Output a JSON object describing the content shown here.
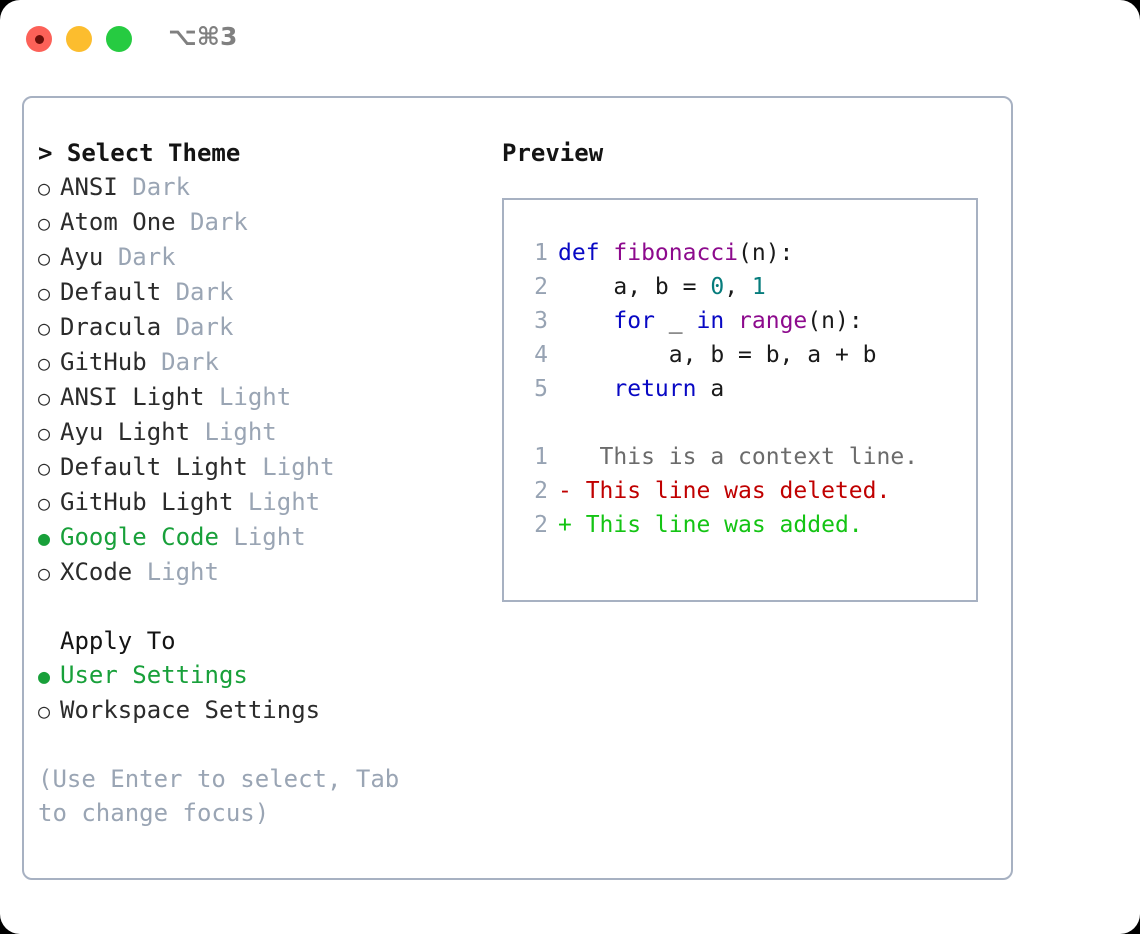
{
  "window": {
    "traffic_lights": [
      "close",
      "minimize",
      "maximize"
    ],
    "shortcut": "⌥⌘3"
  },
  "theme_list": {
    "header": "> Select Theme",
    "bullet_selected": "●",
    "bullet_unselected": "○",
    "items": [
      {
        "name": "ANSI",
        "tag": "Dark",
        "selected": false
      },
      {
        "name": "Atom One",
        "tag": "Dark",
        "selected": false
      },
      {
        "name": "Ayu",
        "tag": "Dark",
        "selected": false
      },
      {
        "name": "Default",
        "tag": "Dark",
        "selected": false
      },
      {
        "name": "Dracula",
        "tag": "Dark",
        "selected": false
      },
      {
        "name": "GitHub",
        "tag": "Dark",
        "selected": false
      },
      {
        "name": "ANSI Light",
        "tag": "Light",
        "selected": false
      },
      {
        "name": "Ayu Light",
        "tag": "Light",
        "selected": false
      },
      {
        "name": "Default Light",
        "tag": "Light",
        "selected": false
      },
      {
        "name": "GitHub Light",
        "tag": "Light",
        "selected": false
      },
      {
        "name": "Google Code",
        "tag": "Light",
        "selected": true
      },
      {
        "name": "XCode",
        "tag": "Light",
        "selected": false
      }
    ]
  },
  "apply_to": {
    "header": "Apply To",
    "items": [
      {
        "name": "User Settings",
        "selected": true
      },
      {
        "name": "Workspace Settings",
        "selected": false
      }
    ]
  },
  "hint": "(Use Enter to select, Tab to change focus)",
  "preview": {
    "title": "Preview",
    "code_lines": [
      {
        "no": "1",
        "tokens": [
          {
            "t": "def ",
            "c": "kw"
          },
          {
            "t": "fibonacci",
            "c": "fn"
          },
          {
            "t": "(n):",
            "c": "pl"
          }
        ]
      },
      {
        "no": "2",
        "tokens": [
          {
            "t": "    a, b = ",
            "c": "pl"
          },
          {
            "t": "0",
            "c": "num"
          },
          {
            "t": ", ",
            "c": "pl"
          },
          {
            "t": "1",
            "c": "num"
          }
        ]
      },
      {
        "no": "3",
        "tokens": [
          {
            "t": "    ",
            "c": "pl"
          },
          {
            "t": "for",
            "c": "kw"
          },
          {
            "t": " _ ",
            "c": "pl"
          },
          {
            "t": "in",
            "c": "kw"
          },
          {
            "t": " ",
            "c": "pl"
          },
          {
            "t": "range",
            "c": "fn"
          },
          {
            "t": "(n):",
            "c": "pl"
          }
        ]
      },
      {
        "no": "4",
        "tokens": [
          {
            "t": "        a, b = b, a + b",
            "c": "pl"
          }
        ]
      },
      {
        "no": "5",
        "tokens": [
          {
            "t": "    ",
            "c": "pl"
          },
          {
            "t": "return",
            "c": "kw"
          },
          {
            "t": " a",
            "c": "pl"
          }
        ]
      }
    ],
    "diff_lines": [
      {
        "no": "1",
        "marker": " ",
        "text": "  This is a context line.",
        "kind": "ctx"
      },
      {
        "no": "2",
        "marker": "-",
        "text": " This line was deleted.",
        "kind": "del"
      },
      {
        "no": "2",
        "marker": "+",
        "text": " This line was added.",
        "kind": "add"
      }
    ]
  },
  "colors": {
    "accent_green": "#18a03a",
    "muted": "#9aa5b4",
    "border": "#a7b1c2",
    "keyword": "#0808c4",
    "function": "#8d0a8d",
    "number": "#067c7c",
    "diff_context": "#6b6b6b",
    "diff_deleted": "#c00000",
    "diff_added": "#14c414"
  }
}
